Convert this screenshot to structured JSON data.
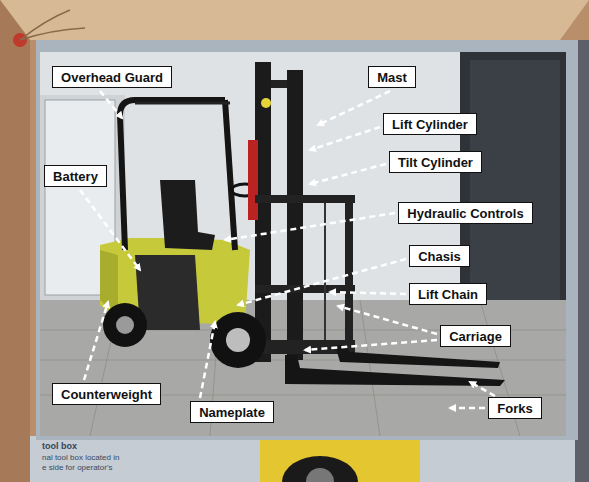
{
  "diagram": {
    "nodes": [
      {
        "text": [
          "Overhead Guard"
        ]
      },
      {
        "text": [
          "Mast"
        ]
      },
      {
        "text": [
          "Lift Cylinder"
        ]
      },
      {
        "text": [
          "Tilt Cylinder"
        ]
      },
      {
        "text": [
          "Battery"
        ]
      },
      {
        "text": [
          "Hydraulic Controls"
        ]
      },
      {
        "text": [
          "Chasis"
        ]
      },
      {
        "text": [
          "Lift Chain"
        ]
      },
      {
        "text": [
          "Carriage"
        ]
      },
      {
        "text": [
          "Counterweight"
        ]
      },
      {
        "text": [
          "Nameplate"
        ]
      },
      {
        "text": [
          "Forks"
        ]
      }
    ],
    "labels": [
      "tool box",
      "nal tool box located in",
      "e side for operator's"
    ]
  }
}
